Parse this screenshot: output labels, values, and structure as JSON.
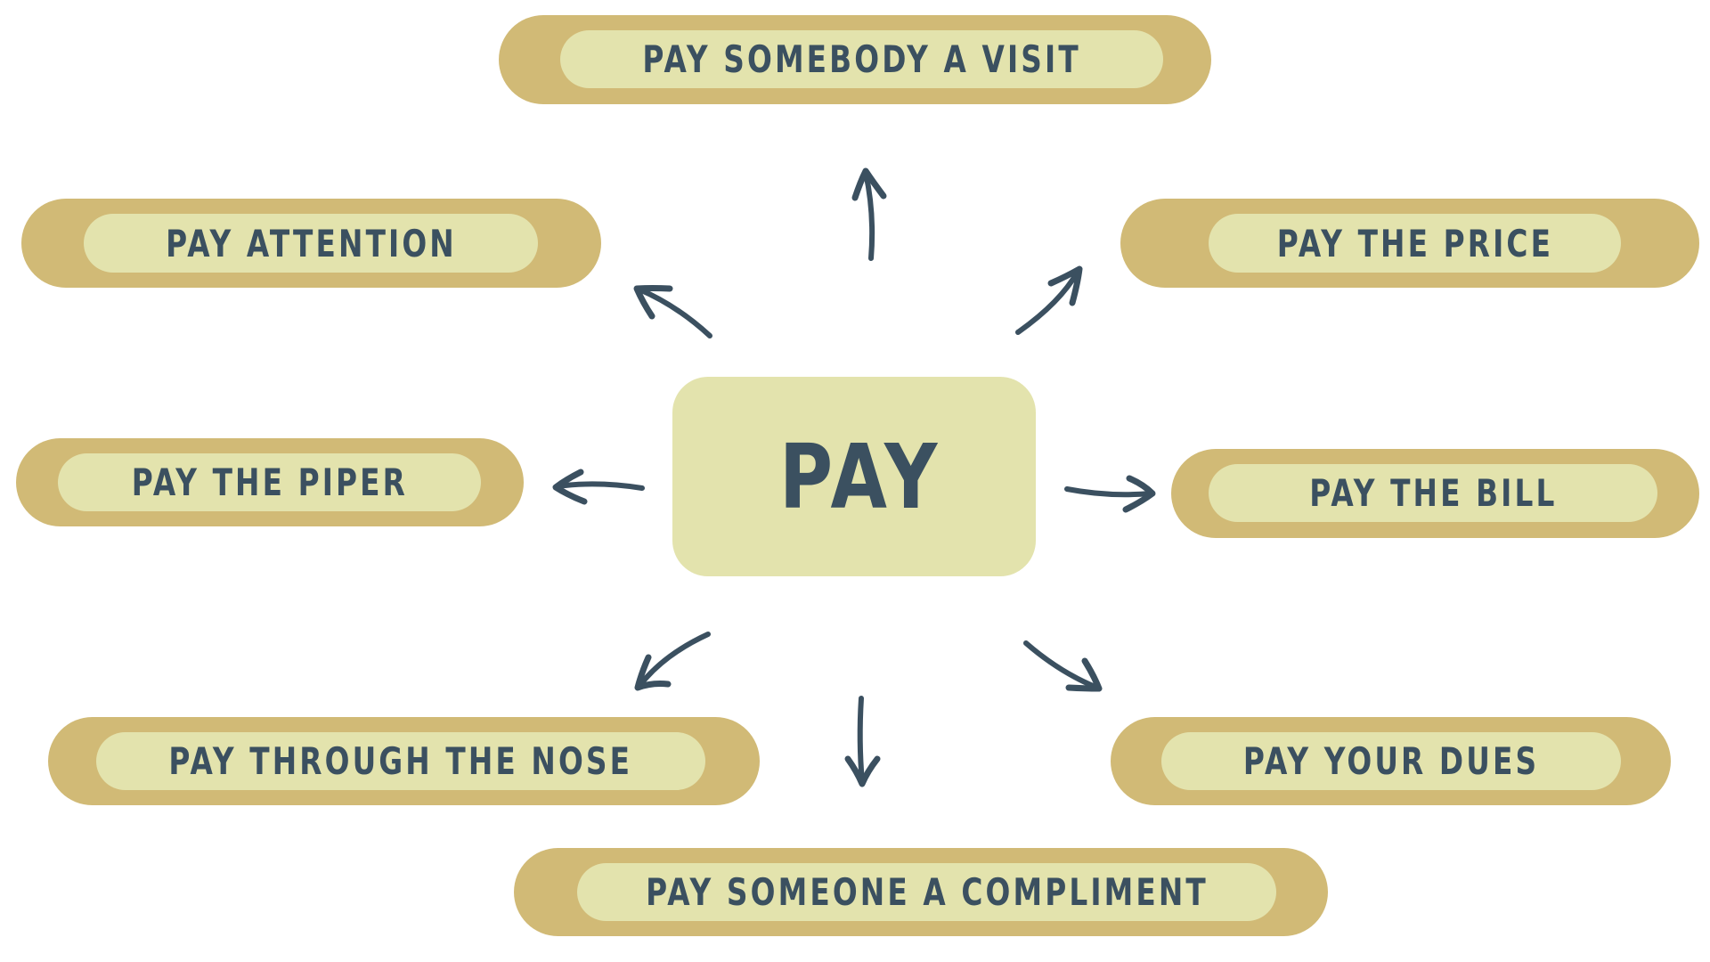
{
  "center": {
    "label": "PAY"
  },
  "nodes": [
    {
      "id": "visit",
      "label": "PAY SOMEBODY A VISIT",
      "outer": [
        560,
        17,
        800,
        100
      ],
      "inner": [
        629,
        34,
        677,
        65
      ]
    },
    {
      "id": "attention",
      "label": "PAY ATTENTION",
      "outer": [
        24,
        223,
        651,
        100
      ],
      "inner": [
        94,
        240,
        510,
        66
      ]
    },
    {
      "id": "price",
      "label": "PAY THE PRICE",
      "outer": [
        1258,
        223,
        650,
        100
      ],
      "inner": [
        1357,
        240,
        463,
        66
      ]
    },
    {
      "id": "piper",
      "label": "PAY THE PIPER",
      "outer": [
        18,
        492,
        570,
        99
      ],
      "inner": [
        65,
        509,
        475,
        65
      ]
    },
    {
      "id": "bill",
      "label": "PAY THE BILL",
      "outer": [
        1315,
        504,
        593,
        100
      ],
      "inner": [
        1357,
        521,
        504,
        65
      ]
    },
    {
      "id": "nose",
      "label": "PAY THROUGH THE NOSE",
      "outer": [
        54,
        805,
        799,
        99
      ],
      "inner": [
        108,
        822,
        684,
        65
      ]
    },
    {
      "id": "dues",
      "label": "PAY YOUR DUES",
      "outer": [
        1247,
        805,
        629,
        99
      ],
      "inner": [
        1304,
        822,
        516,
        65
      ]
    },
    {
      "id": "compliment",
      "label": "PAY SOMEONE A COMPLIMENT",
      "outer": [
        577,
        952,
        914,
        99
      ],
      "inner": [
        648,
        969,
        785,
        65
      ]
    }
  ],
  "colors": {
    "background": "#ffffff",
    "pill_outer": "#d1ba76",
    "pill_inner": "#e3e3ad",
    "center_box": "#e3e3ad",
    "text": "#3b5060",
    "arrow": "#3b5060"
  },
  "arrows": [
    {
      "to": "visit",
      "icon": "arrow-up-icon"
    },
    {
      "to": "attention",
      "icon": "arrow-up-left-icon"
    },
    {
      "to": "price",
      "icon": "arrow-up-right-icon"
    },
    {
      "to": "piper",
      "icon": "arrow-left-icon"
    },
    {
      "to": "bill",
      "icon": "arrow-right-icon"
    },
    {
      "to": "nose",
      "icon": "arrow-down-left-icon"
    },
    {
      "to": "dues",
      "icon": "arrow-down-right-icon"
    },
    {
      "to": "compliment",
      "icon": "arrow-down-icon"
    }
  ]
}
